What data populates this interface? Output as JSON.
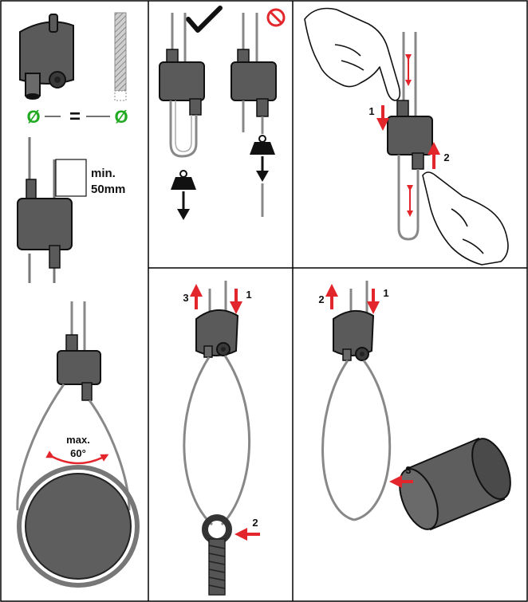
{
  "colors": {
    "body": "#5a5a5a",
    "body_dark": "#3a3a3a",
    "wire": "#8a8a8a",
    "arrow_red": "#e2262b",
    "diameter_green": "#22aa22",
    "forbidden_red": "#e2262b",
    "border": "#000000"
  },
  "panels": {
    "diameter": {
      "left_symbol": "Ø",
      "equals": "=",
      "right_symbol": "Ø"
    },
    "minimum_length": {
      "line1": "min.",
      "line2": "50mm"
    },
    "load_ok": {
      "status_icon": "check-icon"
    },
    "load_forbidden": {
      "status_icon": "forbidden-icon"
    },
    "adjust": {
      "step1": "1",
      "step2": "2"
    },
    "loop_max_angle": {
      "line1": "max.",
      "line2": "60°"
    },
    "eyebolt_loop": {
      "step1": "1",
      "step2": "2",
      "step3": "3"
    },
    "cylinder_loop": {
      "step1": "1",
      "step2": "2",
      "step3": "3"
    }
  }
}
